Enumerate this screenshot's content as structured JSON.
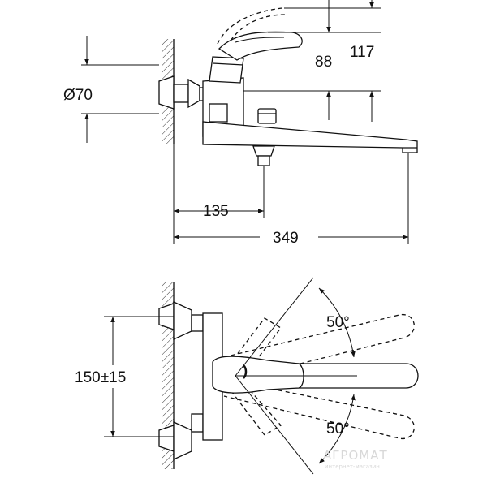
{
  "dimensions": {
    "diameter": "Ø70",
    "height_88": "88",
    "height_117": "117",
    "offset_135": "135",
    "length_349": "349",
    "spacing": "150±15"
  },
  "angles": {
    "upper": "50°",
    "lower": "50°"
  },
  "watermark": {
    "brand": "АГРОМАТ",
    "tagline": "интернет-магазин"
  }
}
